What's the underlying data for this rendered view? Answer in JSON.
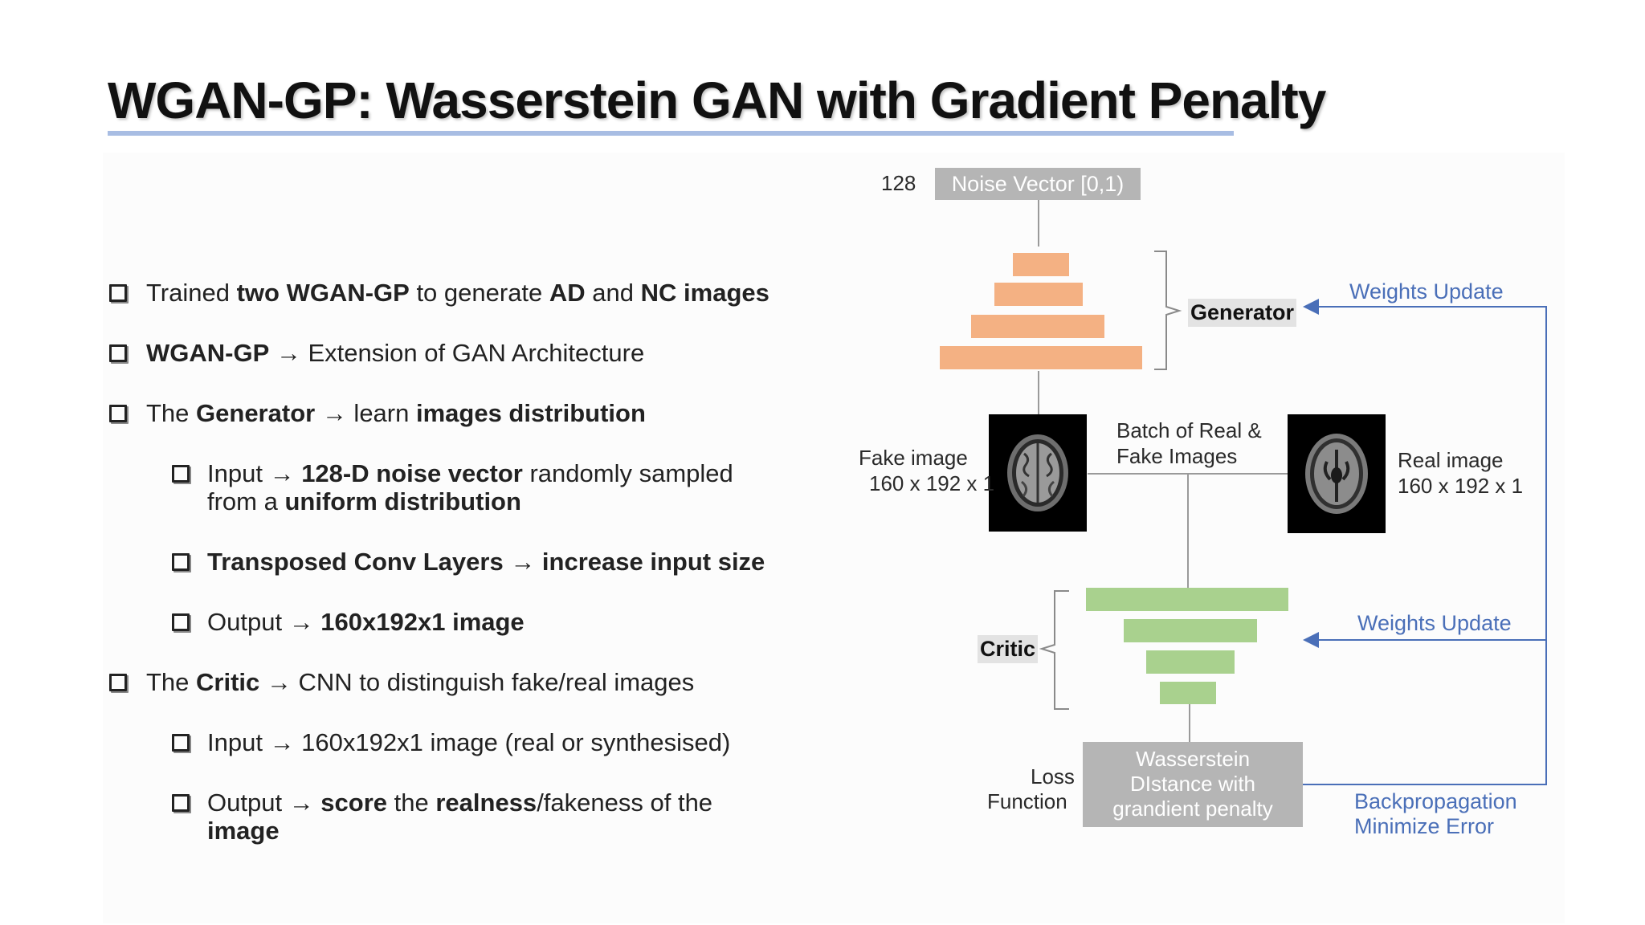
{
  "slide": {
    "title": "WGAN-GP: Wasserstein GAN with Gradient Penalty"
  },
  "bullets": {
    "b1": {
      "pre": "Trained ",
      "s1": "two WGAN-GP",
      "mid1": " to generate ",
      "s2": "AD",
      "mid2": " and ",
      "s3": "NC images"
    },
    "b2": {
      "s1": "WGAN-GP",
      "rest": " → Extension of GAN Architecture"
    },
    "b3": {
      "pre": "The ",
      "s1": "Generator",
      "mid": " → learn ",
      "s2": "images distribution"
    },
    "b3a": {
      "pre": "Input → ",
      "s1": "128-D noise vector",
      "mid": " randomly sampled from a ",
      "s2": "uniform distribution"
    },
    "b3b": {
      "s1": "Transposed Conv Layers",
      "mid": " → ",
      "s2": "increase input size"
    },
    "b3c": {
      "pre": "Output → ",
      "s1": "160x192x1 image"
    },
    "b4": {
      "pre": "The ",
      "s1": "Critic",
      "rest": " → CNN to distinguish fake/real images"
    },
    "b4a": {
      "text": "Input → 160x192x1 image (real or synthesised)"
    },
    "b4b": {
      "pre": "Output → ",
      "s1": "score",
      "mid1": " the ",
      "s2": "realness",
      "mid2": "/fakeness of the ",
      "s3": "image"
    }
  },
  "diagram": {
    "noise_dim": "128",
    "noise_vector": "Noise Vector [0,1)",
    "generator": "Generator",
    "critic": "Critic",
    "weights_update_gen": "Weights Update",
    "weights_update_critic": "Weights Update",
    "fake_image_label": "Fake image",
    "fake_image_size": "160 x 192 x 1",
    "real_image_label": "Real image",
    "real_image_size": "160 x 192 x 1",
    "batch_line1": "Batch of Real &",
    "batch_line2": "Fake Images",
    "loss_line1": "Loss",
    "loss_line2": "Function",
    "wd_line1": "Wasserstein",
    "wd_line2": "DIstance with",
    "wd_line3": "grandient penalty",
    "backprop_line1": "Backpropagation",
    "backprop_line2": "Minimize Error"
  },
  "colors": {
    "title_rule": "#a8bde3",
    "generator_layers": "#f4b183",
    "critic_layers": "#a9d18e",
    "noise_box": "#b5b5b5",
    "feedback_arrows": "#4a6fb8"
  }
}
